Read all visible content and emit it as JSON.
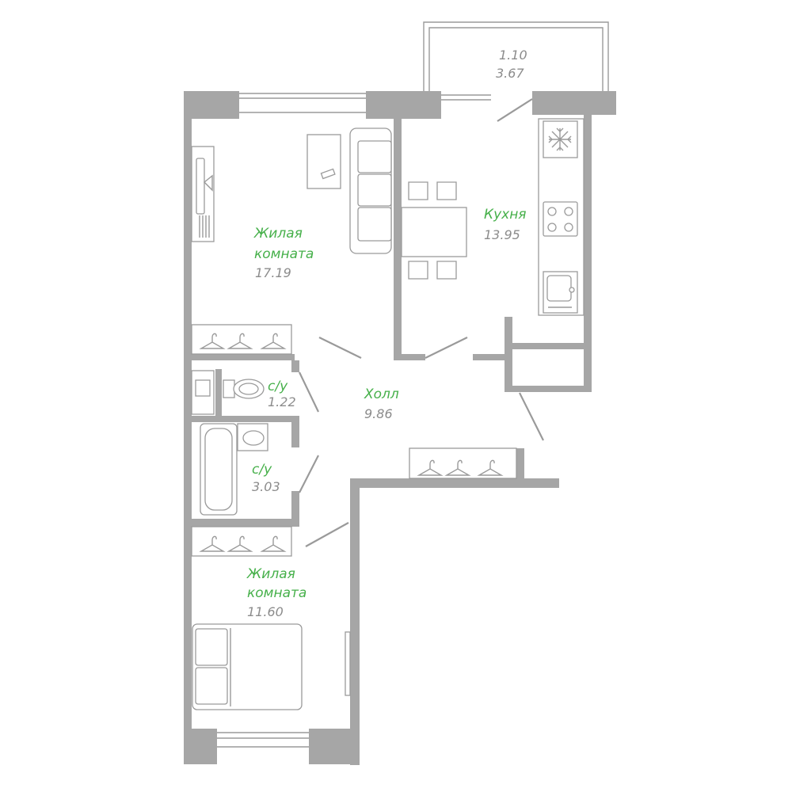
{
  "rooms": {
    "living_1": {
      "name_line1": "Жилая",
      "name_line2": "комната",
      "area": "17.19"
    },
    "kitchen": {
      "name": "Кухня",
      "area": "13.95"
    },
    "hall": {
      "name": "Холл",
      "area": "9.86"
    },
    "wc_small": {
      "name": "с/у",
      "area": "1.22"
    },
    "bath": {
      "name": "с/у",
      "area": "3.03"
    },
    "living_2": {
      "name_line1": "Жилая",
      "name_line2": "комната",
      "area": "11.60"
    },
    "balcony": {
      "length": "1.10",
      "area": "3.67"
    }
  },
  "colors": {
    "wall": "#a6a6a6",
    "room_label": "#46b04a",
    "area_label": "#8c8c8c",
    "line": "#9a9a9a"
  },
  "icons": [
    "snowflake-icon",
    "hanger-icon",
    "tv-icon"
  ]
}
